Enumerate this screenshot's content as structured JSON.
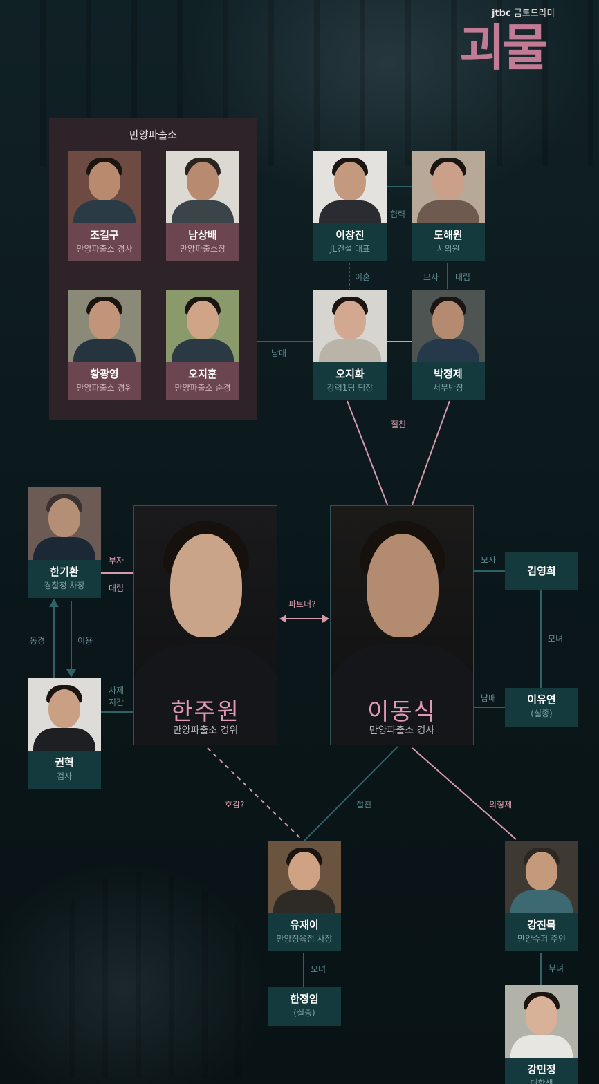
{
  "brand": {
    "network": "jtbc",
    "slot": "금토드라마",
    "title": "괴물"
  },
  "group": {
    "title": "만양파출소"
  },
  "characters": {
    "jo_gilgu": {
      "name": "조길구",
      "role": "만양파출소 경사"
    },
    "nam_sangbae": {
      "name": "남상배",
      "role": "만양파출소장"
    },
    "hwang_gwangyoung": {
      "name": "황광영",
      "role": "만양파출소 경위"
    },
    "oh_jihoon": {
      "name": "오지훈",
      "role": "만양파출소 순경"
    },
    "lee_changjin": {
      "name": "이창진",
      "role": "JL건설 대표"
    },
    "do_haewon": {
      "name": "도해원",
      "role": "시의원"
    },
    "oh_jihwa": {
      "name": "오지화",
      "role": "강력1팀 팀장"
    },
    "park_jeongje": {
      "name": "박정제",
      "role": "서무반장"
    },
    "han_gihwan": {
      "name": "한기환",
      "role": "경찰청 차장"
    },
    "kwon_hyuk": {
      "name": "권혁",
      "role": "검사"
    },
    "han_juwon": {
      "name": "한주원",
      "role": "만양파출소 경위"
    },
    "lee_dongsik": {
      "name": "이동식",
      "role": "만양파출소 경사"
    },
    "kim_younghee": {
      "name": "김영희",
      "role": ""
    },
    "lee_yuyeon": {
      "name": "이유연",
      "role": "(실종)"
    },
    "yu_jaei": {
      "name": "유재이",
      "role": "만양정육점 사장"
    },
    "han_jeongim": {
      "name": "한정임",
      "role": "(실종)"
    },
    "kang_jinmuk": {
      "name": "강진묵",
      "role": "만양슈퍼 주인"
    },
    "kang_minjeong": {
      "name": "강민정",
      "role": "대학생"
    }
  },
  "relations": {
    "cooperation": "협력",
    "divorce": "이혼",
    "mother_son": "모자",
    "conflict": "대립",
    "siblings": "남매",
    "best_friend": "절친",
    "father_son": "부자",
    "conflict2": "대립",
    "partner": "파트너?",
    "colleague": "동경",
    "use": "이용",
    "mentor": "사제",
    "mentor2": "지간",
    "mother_son2": "모자",
    "mother_daughter": "모녀",
    "siblings2": "남매",
    "liking": "호감?",
    "best_friend2": "절친",
    "sworn_brothers": "의형제",
    "mother_daughter2": "모녀",
    "father_daughter": "부녀"
  },
  "colors": {
    "pink": "#d799ac",
    "teal": "#2f6266",
    "accent": "#c27b95"
  }
}
